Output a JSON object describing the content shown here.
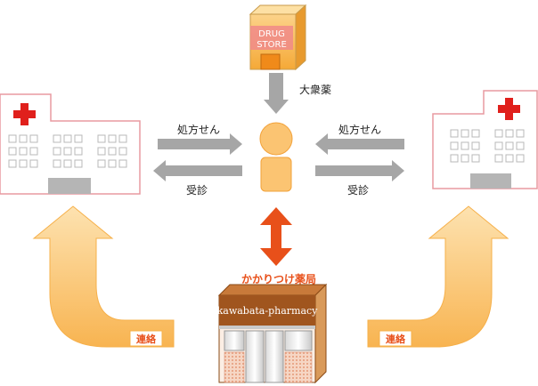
{
  "drugstore": {
    "sign_line1": "DRUG",
    "sign_line2": "STORE",
    "otc_label": "大衆薬"
  },
  "flows": {
    "prescription_left": "処方せん",
    "visit_left": "受診",
    "prescription_right": "処方せん",
    "visit_right": "受診"
  },
  "pharmacy": {
    "title": "かかりつけ薬局",
    "sign": "kawabata-pharmacy"
  },
  "contact": {
    "left": "連絡",
    "right": "連絡"
  },
  "colors": {
    "arrow_gray": "#a6a6a6",
    "hospital_border": "#e89aa0",
    "cross_red": "#e0201c",
    "person_fill": "#fbc472",
    "pharmacy_brown": "#a0551e",
    "accent_orange": "#e8501a",
    "curved_arrow_fill": "#fbc776"
  }
}
